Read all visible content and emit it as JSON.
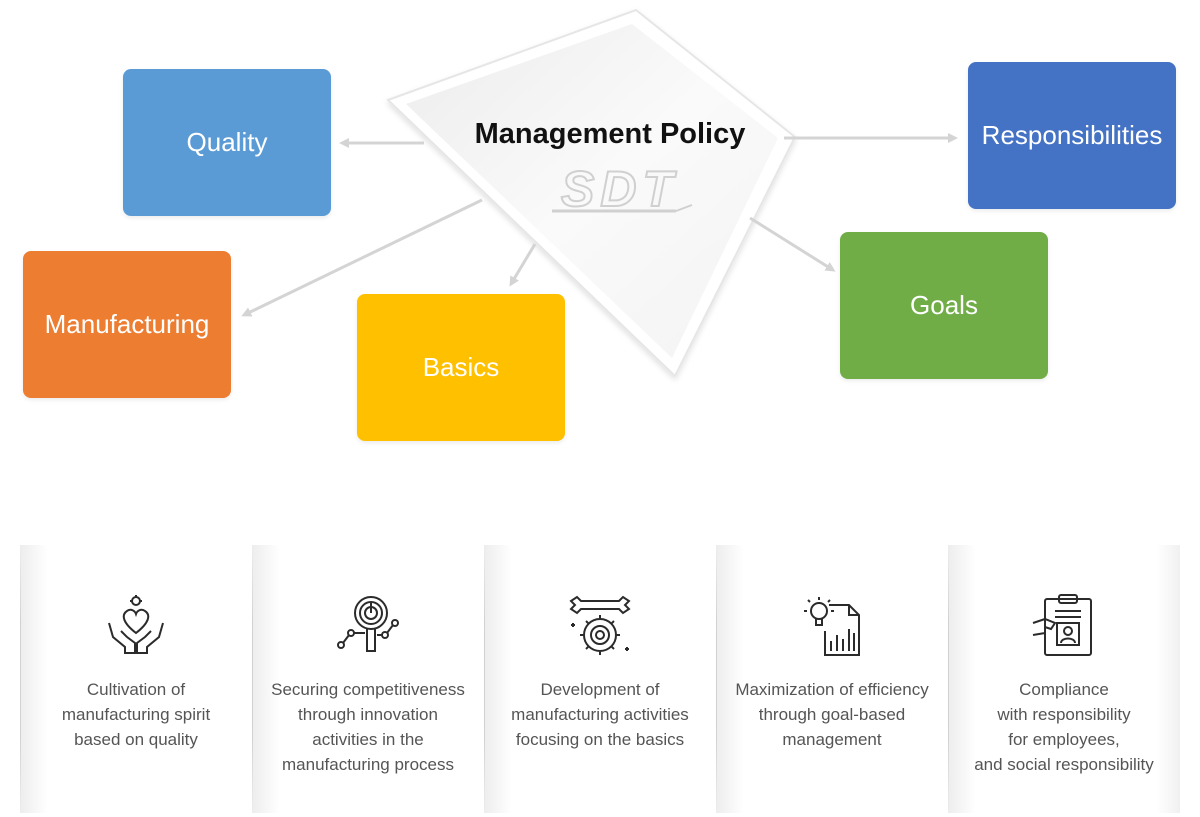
{
  "center": {
    "title": "Management Policy",
    "logo_text": "SDT"
  },
  "boxes": {
    "quality": {
      "label": "Quality",
      "color": "#5b9bd5"
    },
    "responsibilities": {
      "label": "Responsibilities",
      "color": "#4472c4"
    },
    "manufacturing": {
      "label": "Manufacturing",
      "color": "#ed7d31"
    },
    "basics": {
      "label": "Basics",
      "color": "#ffc000"
    },
    "goals": {
      "label": "Goals",
      "color": "#70ad47"
    }
  },
  "panels": [
    {
      "icon": "heart-hands-icon",
      "text": "Cultivation of\nmanufacturing spirit\nbased on quality"
    },
    {
      "icon": "magnifier-chart-icon",
      "text": "Securing competitiveness\nthrough innovation\nactivities in the\nmanufacturing process"
    },
    {
      "icon": "wrench-gear-icon",
      "text": "Development of\nmanufacturing activities\nfocusing on the basics"
    },
    {
      "icon": "lightbulb-report-icon",
      "text": "Maximization of efficiency\nthrough goal-based\nmanagement"
    },
    {
      "icon": "clipboard-person-icon",
      "text": "Compliance\nwith responsibility\nfor employees,\nand social responsibility"
    }
  ]
}
